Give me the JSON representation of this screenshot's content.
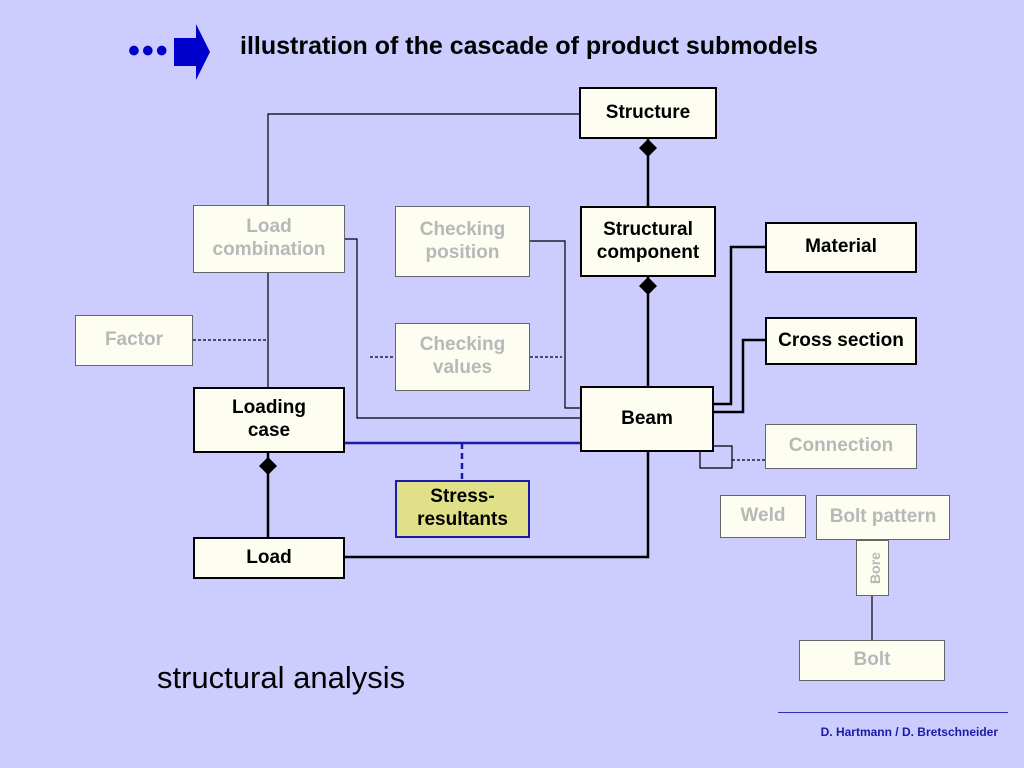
{
  "header": {
    "dots": "•••",
    "title": "illustration of the cascade of product submodels",
    "arrow_color": "#0000cc"
  },
  "boxes": {
    "structure": "Structure",
    "structural_component": [
      "Structural",
      "component"
    ],
    "material": "Material",
    "cross_section": "Cross section",
    "load_combination": [
      "Load",
      "combination"
    ],
    "checking_position": [
      "Checking",
      "position"
    ],
    "factor": "Factor",
    "checking_values": [
      "Checking",
      "values"
    ],
    "loading_case": [
      "Loading",
      "case"
    ],
    "beam": "Beam",
    "connection": "Connection",
    "stress_resultants": [
      "Stress-",
      "resultants"
    ],
    "weld": "Weld",
    "bolt_pattern": "Bolt pattern",
    "bore": "Bore",
    "load": "Load",
    "bolt": "Bolt"
  },
  "subtitle": "structural analysis",
  "footer": "D. Hartmann / D. Bretschneider",
  "colors": {
    "background": "#ccccff",
    "box_fill": "#fdfdf1",
    "highlight_fill": "#e0e088",
    "blue_line": "#1a1aa6",
    "inactive_text": "#b8b8b8"
  }
}
